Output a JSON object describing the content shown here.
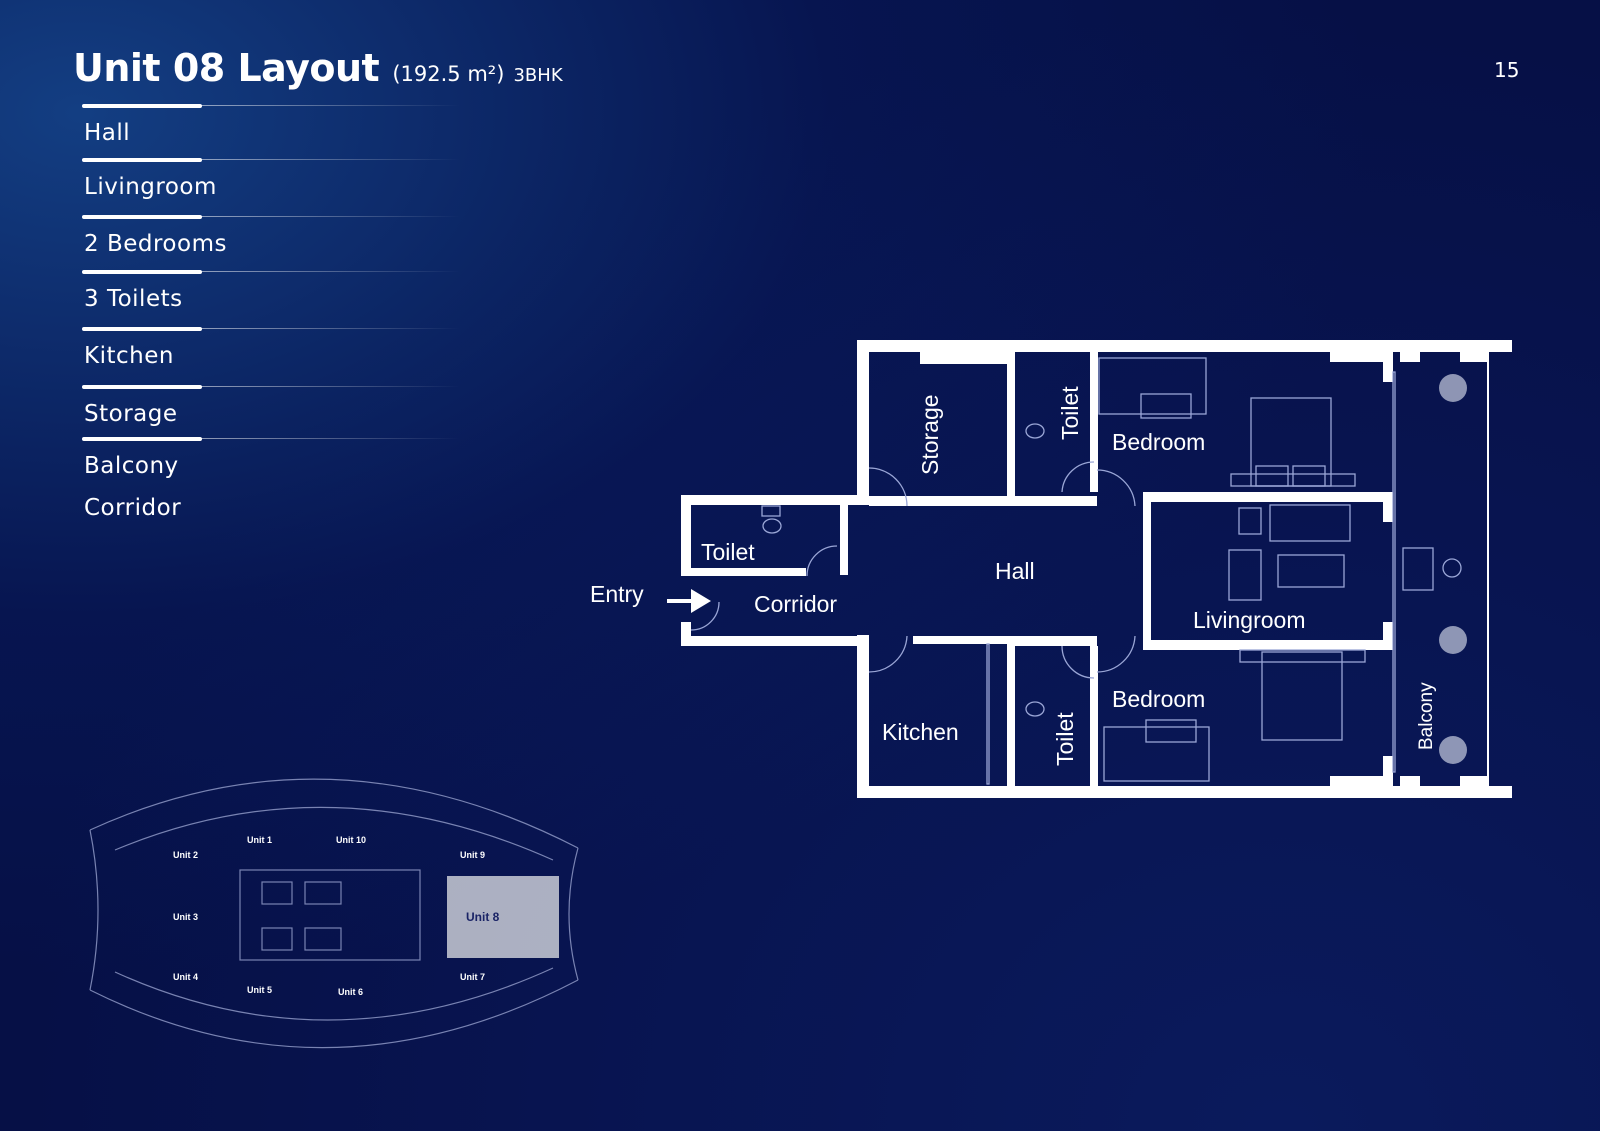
{
  "header": {
    "title": "Unit 08 Layout",
    "area": "(192.5 m²)",
    "type": "3BHK",
    "page_number": "15"
  },
  "features": [
    {
      "label": "Hall"
    },
    {
      "label": "Livingroom"
    },
    {
      "label": "2 Bedrooms"
    },
    {
      "label": "3 Toilets"
    },
    {
      "label": "Kitchen"
    },
    {
      "label": "Storage"
    },
    {
      "label": "Balcony"
    },
    {
      "label": "Corridor"
    }
  ],
  "plan_labels": {
    "entry": "Entry",
    "corridor": "Corridor",
    "hall": "Hall",
    "toilet_small": "Toilet",
    "storage": "Storage",
    "toilet_top": "Toilet",
    "bedroom_top": "Bedroom",
    "livingroom": "Livingroom",
    "kitchen": "Kitchen",
    "toilet_bottom": "Toilet",
    "bedroom_bottom": "Bedroom",
    "balcony": "Balcony"
  },
  "keyplan": {
    "units": [
      {
        "label": "Unit 1"
      },
      {
        "label": "Unit 10"
      },
      {
        "label": "Unit 2"
      },
      {
        "label": "Unit 9"
      },
      {
        "label": "Unit 3"
      },
      {
        "label": "Unit 8"
      },
      {
        "label": "Unit 4"
      },
      {
        "label": "Unit 5"
      },
      {
        "label": "Unit 6"
      },
      {
        "label": "Unit 7"
      }
    ],
    "highlight_color": "#c9ccd6"
  },
  "colors": {
    "background": "#071552",
    "walls": "#ffffff",
    "accent": "#ffffff"
  }
}
